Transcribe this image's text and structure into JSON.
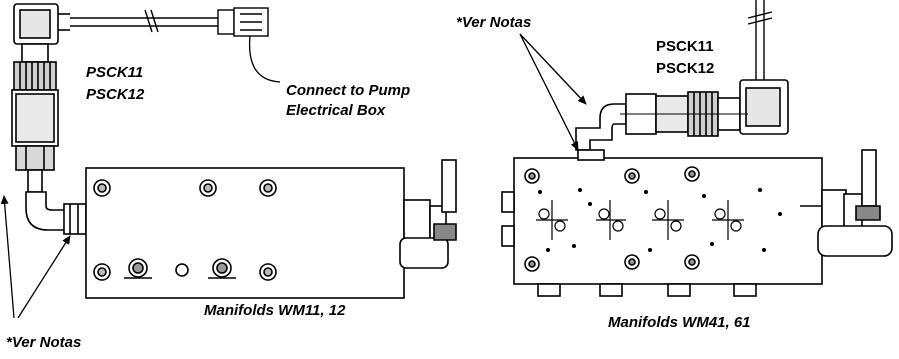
{
  "left_assembly": {
    "sensor_model_1": "PSCK11",
    "sensor_model_2": "PSCK12",
    "connect_line_1": "Connect to Pump",
    "connect_line_2": "Electrical Box",
    "manifold_caption": "Manifolds WM11, 12",
    "note_label": "*Ver Notas"
  },
  "right_assembly": {
    "sensor_model_1": "PSCK11",
    "sensor_model_2": "PSCK12",
    "note_label": "*Ver Notas",
    "manifold_caption": "Manifolds WM41, 61"
  }
}
